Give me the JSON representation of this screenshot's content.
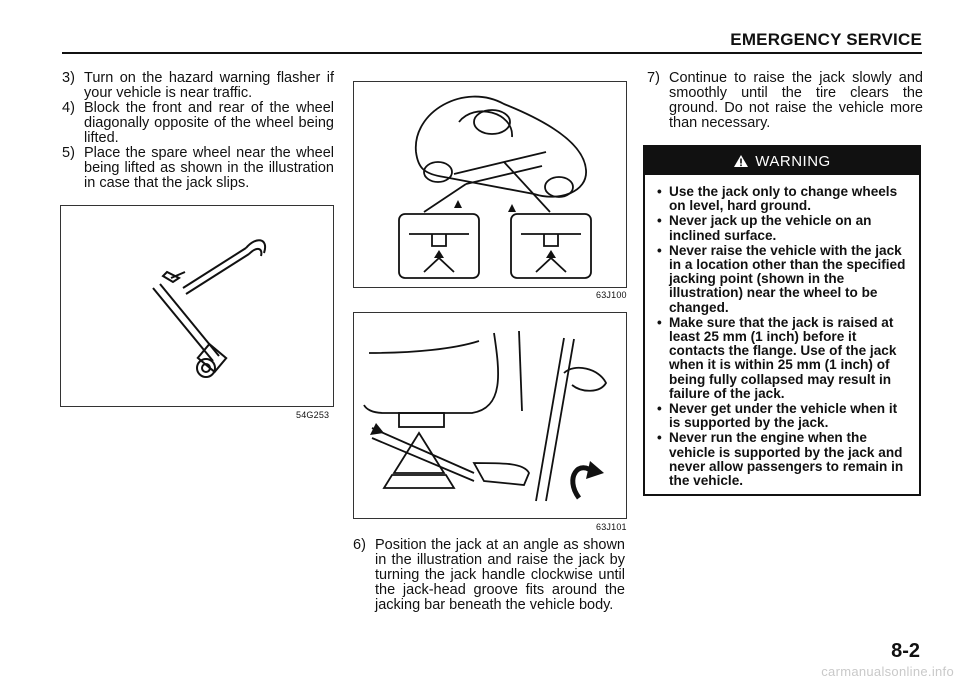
{
  "header": {
    "title": "EMERGENCY SERVICE"
  },
  "steps": {
    "s3": {
      "num": "3)",
      "text": "Turn on the hazard warning flasher if your vehicle is near traffic."
    },
    "s4": {
      "num": "4)",
      "text": "Block the front and rear of the wheel diagonally opposite of the wheel being lifted."
    },
    "s5": {
      "num": "5)",
      "text": "Place the spare wheel near the wheel being lifted as shown in the illustration in case that the jack slips."
    },
    "s6": {
      "num": "6)",
      "text": "Position the jack at an angle as shown in the illustration and raise the jack by turning the jack handle clockwise until the jack-head groove fits around the jacking bar beneath the vehicle body."
    },
    "s7": {
      "num": "7)",
      "text": "Continue to raise the jack slowly and smoothly until the tire clears the ground. Do not raise the vehicle more than necessary."
    }
  },
  "figures": {
    "tool": {
      "code": "54G253",
      "icon": "jack-handle-wrench-icon"
    },
    "car": {
      "code": "63J100",
      "icon": "jacking-points-car-icon"
    },
    "jack": {
      "code": "63J101",
      "icon": "scissor-jack-operation-icon"
    }
  },
  "warning": {
    "title": "WARNING",
    "icon": "warning-triangle-icon",
    "items": [
      "Use the jack only to change wheels on level, hard ground.",
      "Never jack up the vehicle on an inclined surface.",
      "Never raise the vehicle with the jack in a location other than the specified jacking point (shown in the illustration) near the wheel to be changed.",
      "Make sure that the jack is raised at least 25 mm (1 inch) before it contacts the flange. Use of the jack when it is within 25 mm (1 inch) of being fully collapsed may result in failure of the jack.",
      "Never get under the vehicle when it is supported by the jack.",
      "Never run the engine when the vehicle is supported by the jack and never allow passengers to remain in the vehicle."
    ]
  },
  "page_number": "8-2",
  "watermark": "carmanualsonline.info"
}
